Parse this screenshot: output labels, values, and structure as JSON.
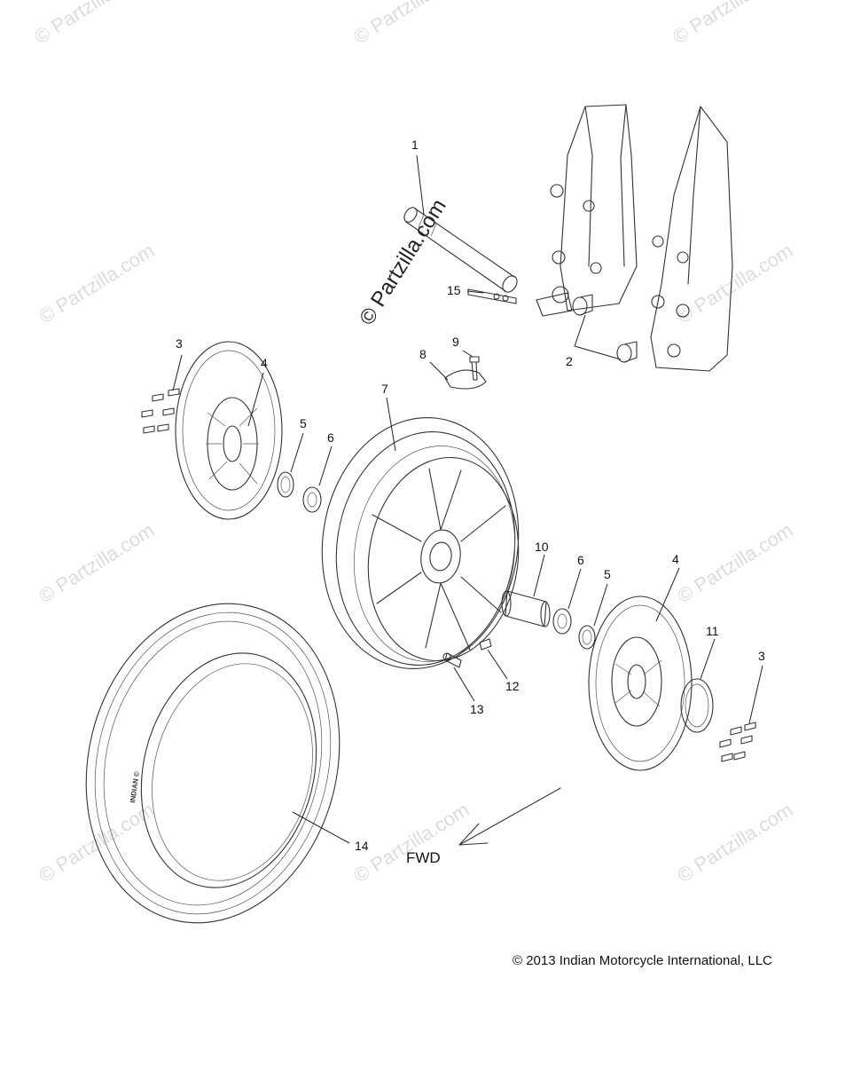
{
  "watermark": "© Partzilla.com",
  "watermark_main": "© Partzilla.com",
  "copyright": "© 2013 Indian Motorcycle International, LLC",
  "fwd_label": "FWD",
  "tire_sidewall_text": "INDIAN ©",
  "callouts": {
    "c1": "1",
    "c2": "2",
    "c3a": "3",
    "c3b": "3",
    "c4a": "4",
    "c4b": "4",
    "c5a": "5",
    "c5b": "5",
    "c6a": "6",
    "c6b": "6",
    "c7": "7",
    "c8": "8",
    "c9": "9",
    "c10": "10",
    "c11": "11",
    "c12": "12",
    "c13": "13",
    "c14": "14",
    "c15": "15"
  }
}
